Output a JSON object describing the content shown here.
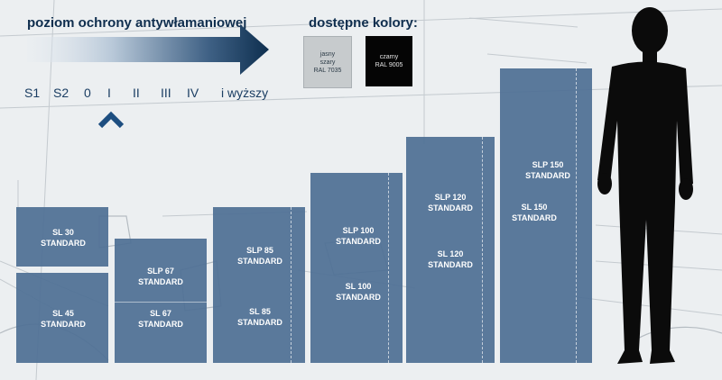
{
  "protection": {
    "title": "poziom ochrony antywłamaniowej",
    "levels": [
      "S1",
      "S2",
      "0",
      "I",
      "II",
      "III",
      "IV",
      "i wyższy"
    ],
    "selected": "I"
  },
  "colors": {
    "title": "dostępne kolory:",
    "swatches": [
      {
        "lines": [
          "jasny",
          "szary",
          "RAL 7035"
        ],
        "hex": "#c7cbcd"
      },
      {
        "lines": [
          "czarny",
          "RAL 9005"
        ],
        "hex": "#050505"
      }
    ]
  },
  "cabinets": {
    "sl30": [
      "SL 30",
      "STANDARD"
    ],
    "sl45": [
      "SL 45",
      "STANDARD"
    ],
    "slp67": [
      "SLP 67",
      "STANDARD"
    ],
    "sl67": [
      "SL 67",
      "STANDARD"
    ],
    "slp85": [
      "SLP 85",
      "STANDARD"
    ],
    "sl85": [
      "SL 85",
      "STANDARD"
    ],
    "slp100": [
      "SLP 100",
      "STANDARD"
    ],
    "sl100": [
      "SL 100",
      "STANDARD"
    ],
    "slp120": [
      "SLP 120",
      "STANDARD"
    ],
    "sl120": [
      "SL 120",
      "STANDARD"
    ],
    "slp150": [
      "SLP 150",
      "STANDARD"
    ],
    "sl150": [
      "SL 150",
      "STANDARD"
    ]
  },
  "style": {
    "cabinet_color": "#4f7094",
    "accent": "#0f2e4e"
  }
}
